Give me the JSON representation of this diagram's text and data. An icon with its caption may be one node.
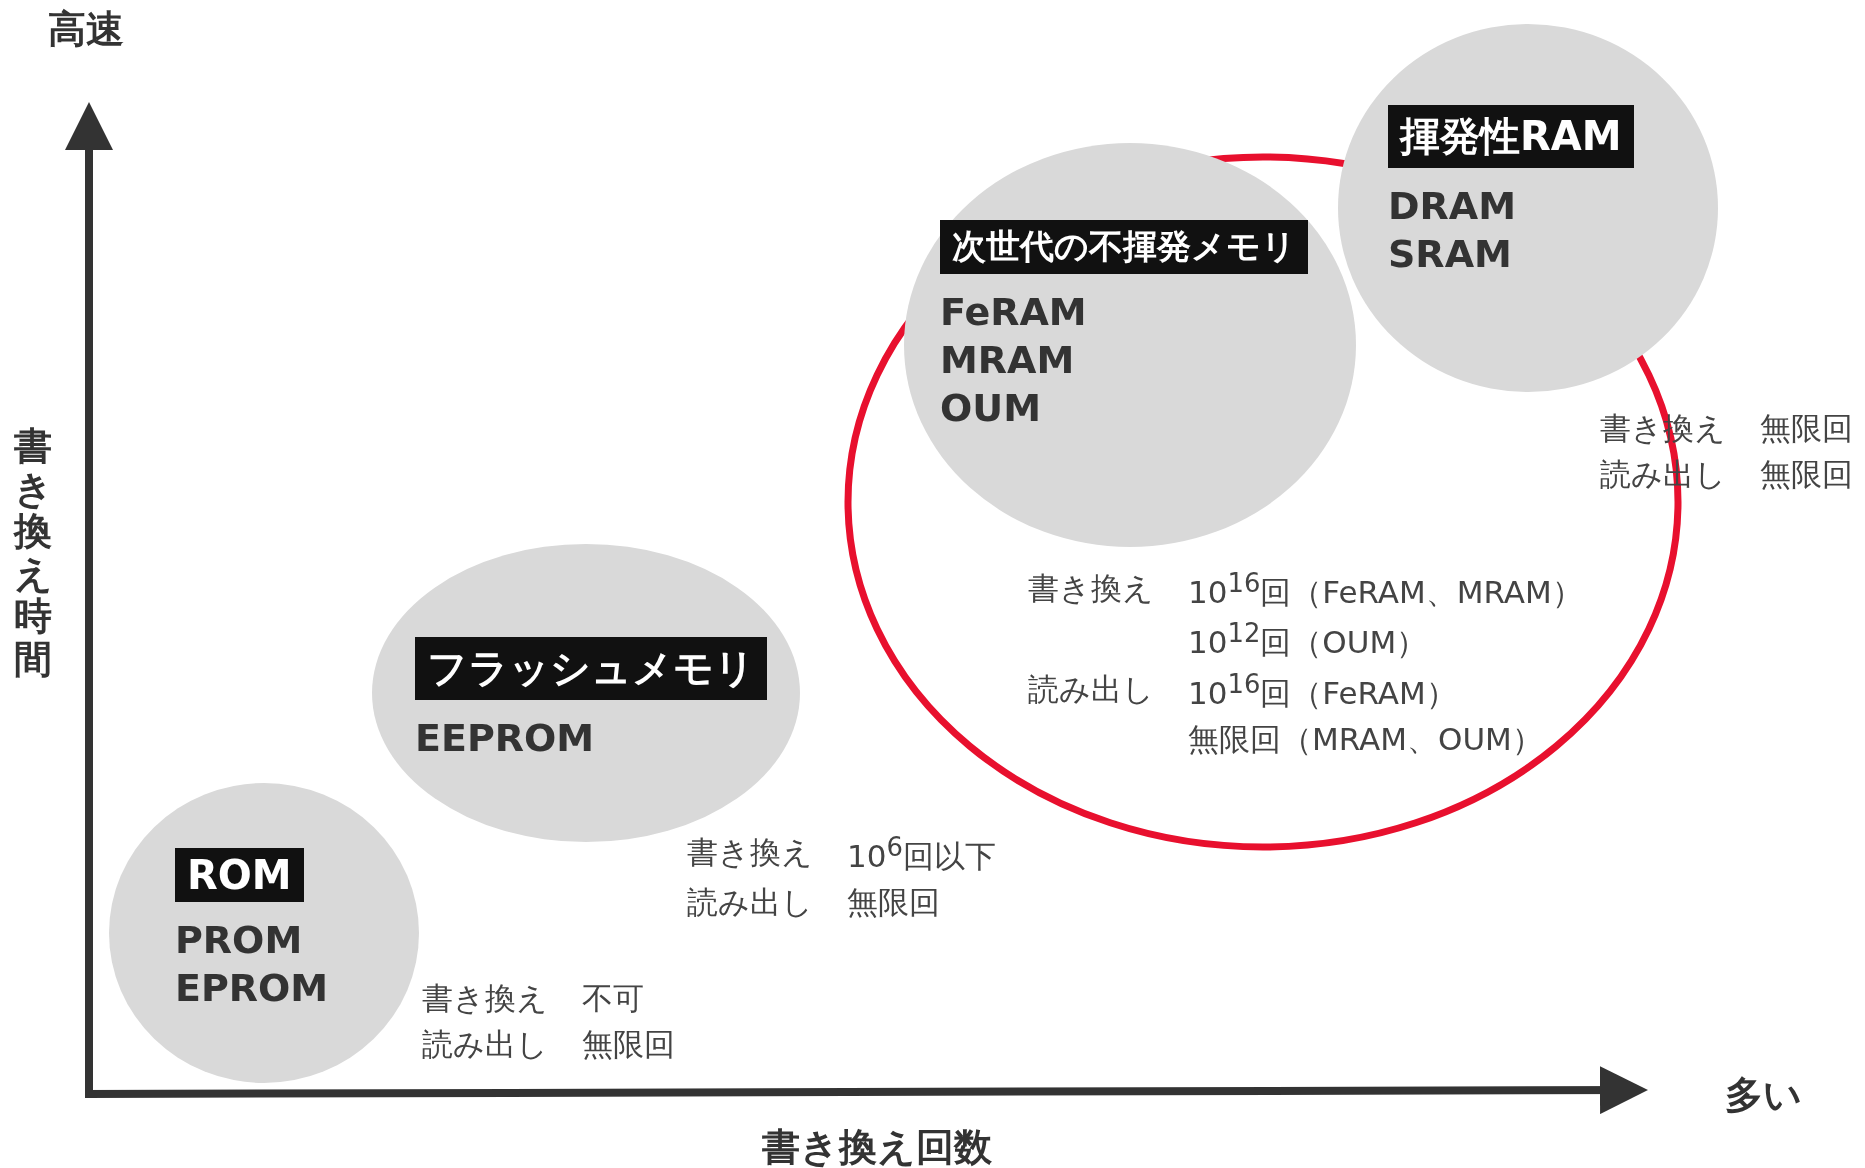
{
  "diagram": {
    "nodes": [
      {
        "text": [
          "ROM",
          "PROM",
          "EPROM"
        ],
        "beside": [
          "書き換え",
          "不可",
          "読み出し",
          "無限回"
        ]
      },
      {
        "text": [
          "フラッシュメモリ",
          "EEPROM"
        ],
        "beside": [
          "書き換え",
          "10$^{6}$回以下",
          "読み出し",
          "無限回"
        ]
      },
      {
        "text": [
          "次世代の不揮発メモリ",
          "FeRAM",
          "MRAM",
          "OUM"
        ],
        "beside": [
          "書き換え",
          "10$^{16}$回（FeRAM、MRAM）",
          "10$^{12}$回（OUM）",
          "読み出し",
          "10$^{16}$回（FeRAM）",
          "無限回（MRAM、OUM）"
        ]
      },
      {
        "text": [
          "揮発性RAM",
          "DRAM",
          "SRAM"
        ],
        "beside": [
          "書き換え",
          "無限回",
          "読み出し",
          "無限回"
        ]
      }
    ],
    "labels": [
      "高速",
      "書き換え時間",
      "書き換え回数",
      "多い"
    ]
  }
}
